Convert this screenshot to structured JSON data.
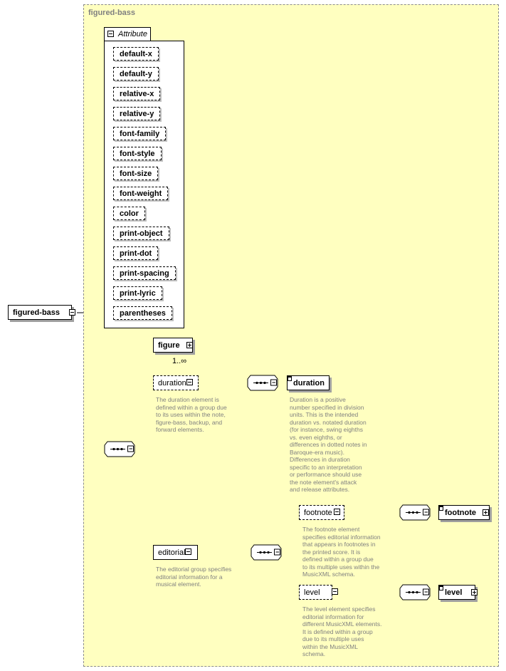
{
  "root_frame_title": "figured-bass",
  "attribute_group_label": "Attribute",
  "attributes": [
    "default-x",
    "default-y",
    "relative-x",
    "relative-y",
    "font-family",
    "font-style",
    "font-size",
    "font-weight",
    "color",
    "print-object",
    "print-dot",
    "print-spacing",
    "print-lyric",
    "parentheses"
  ],
  "root_element": "figured-bass",
  "figure": {
    "label": "figure",
    "cardinality": "1..∞"
  },
  "duration_ref": {
    "label": "duration",
    "doc": [
      "The duration element is",
      "defined within a group due",
      "to its uses within the note,",
      "figure-bass, backup, and",
      "forward elements."
    ]
  },
  "duration_el": {
    "label": "duration",
    "doc": [
      "Duration is a positive",
      "number specified in division",
      "units. This is the intended",
      "duration vs. notated duration",
      "(for instance, swing eighths",
      "vs. even eighths, or",
      "differences in dotted notes in",
      "Baroque-era music).",
      "Differences in duration",
      "specific to an interpretation",
      "or performance should use",
      "the note element's attack",
      "and release attributes."
    ]
  },
  "editorial": {
    "label": "editorial",
    "doc": [
      "The editorial group specifies",
      "editorial information for a",
      "musical element."
    ]
  },
  "footnote_ref": {
    "label": "footnote",
    "doc": [
      "The footnote element",
      "specifies editorial information",
      "that appears in footnotes in",
      "the printed score. It is",
      "defined within a group due",
      "to its multiple uses within the",
      "MusicXML schema."
    ]
  },
  "footnote_el": {
    "label": "footnote"
  },
  "level_ref": {
    "label": "level",
    "doc": [
      "The level element specifies",
      "editorial information for",
      "different MusicXML elements.",
      "It is defined within a group",
      "due to its multiple uses",
      "within the MusicXML",
      "schema."
    ]
  },
  "level_el": {
    "label": "level"
  }
}
